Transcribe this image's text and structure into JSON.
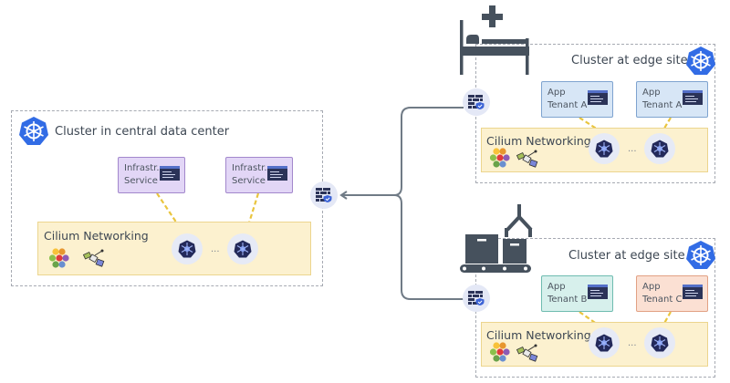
{
  "central_cluster": {
    "title": "Cluster in central data center",
    "services": [
      {
        "line1": "Infrastr.",
        "line2": "Service"
      },
      {
        "line1": "Infrastr.",
        "line2": "Service"
      }
    ],
    "networking_label": "Cilium Networking",
    "ellipsis": "..."
  },
  "edge_a": {
    "title": "Cluster at edge site A",
    "site_icon": "hospital-bed-icon",
    "services": [
      {
        "line1": "App",
        "line2": "Tenant A"
      },
      {
        "line1": "App",
        "line2": "Tenant A"
      }
    ],
    "networking_label": "Cilium Networking",
    "ellipsis": "..."
  },
  "edge_b": {
    "title": "Cluster at edge site B",
    "site_icon": "factory-conveyor-icon",
    "services": [
      {
        "line1": "App",
        "line2": "Tenant B"
      },
      {
        "line1": "App",
        "line2": "Tenant C"
      }
    ],
    "networking_label": "Cilium Networking",
    "ellipsis": "..."
  },
  "colors": {
    "kubernetes_blue": "#326ce5",
    "cilium_bg": "#fcf1cf",
    "infra_service": "#e2d6f6",
    "tenant_a": "#d7e6f6",
    "tenant_b": "#d7f0ec",
    "tenant_c": "#fbe0d3",
    "connector": "#707b86",
    "link_dashed": "#e9c53f"
  }
}
